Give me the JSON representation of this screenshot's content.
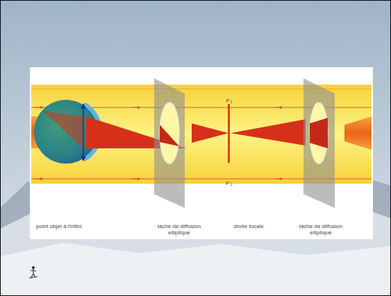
{
  "diagram": {
    "labels": [
      "point objet à l'infini",
      "tâche de diffusion elliptique",
      "droite focale",
      "tâche de diffusion elliptique",
      "F'₁",
      "F'₂"
    ]
  }
}
